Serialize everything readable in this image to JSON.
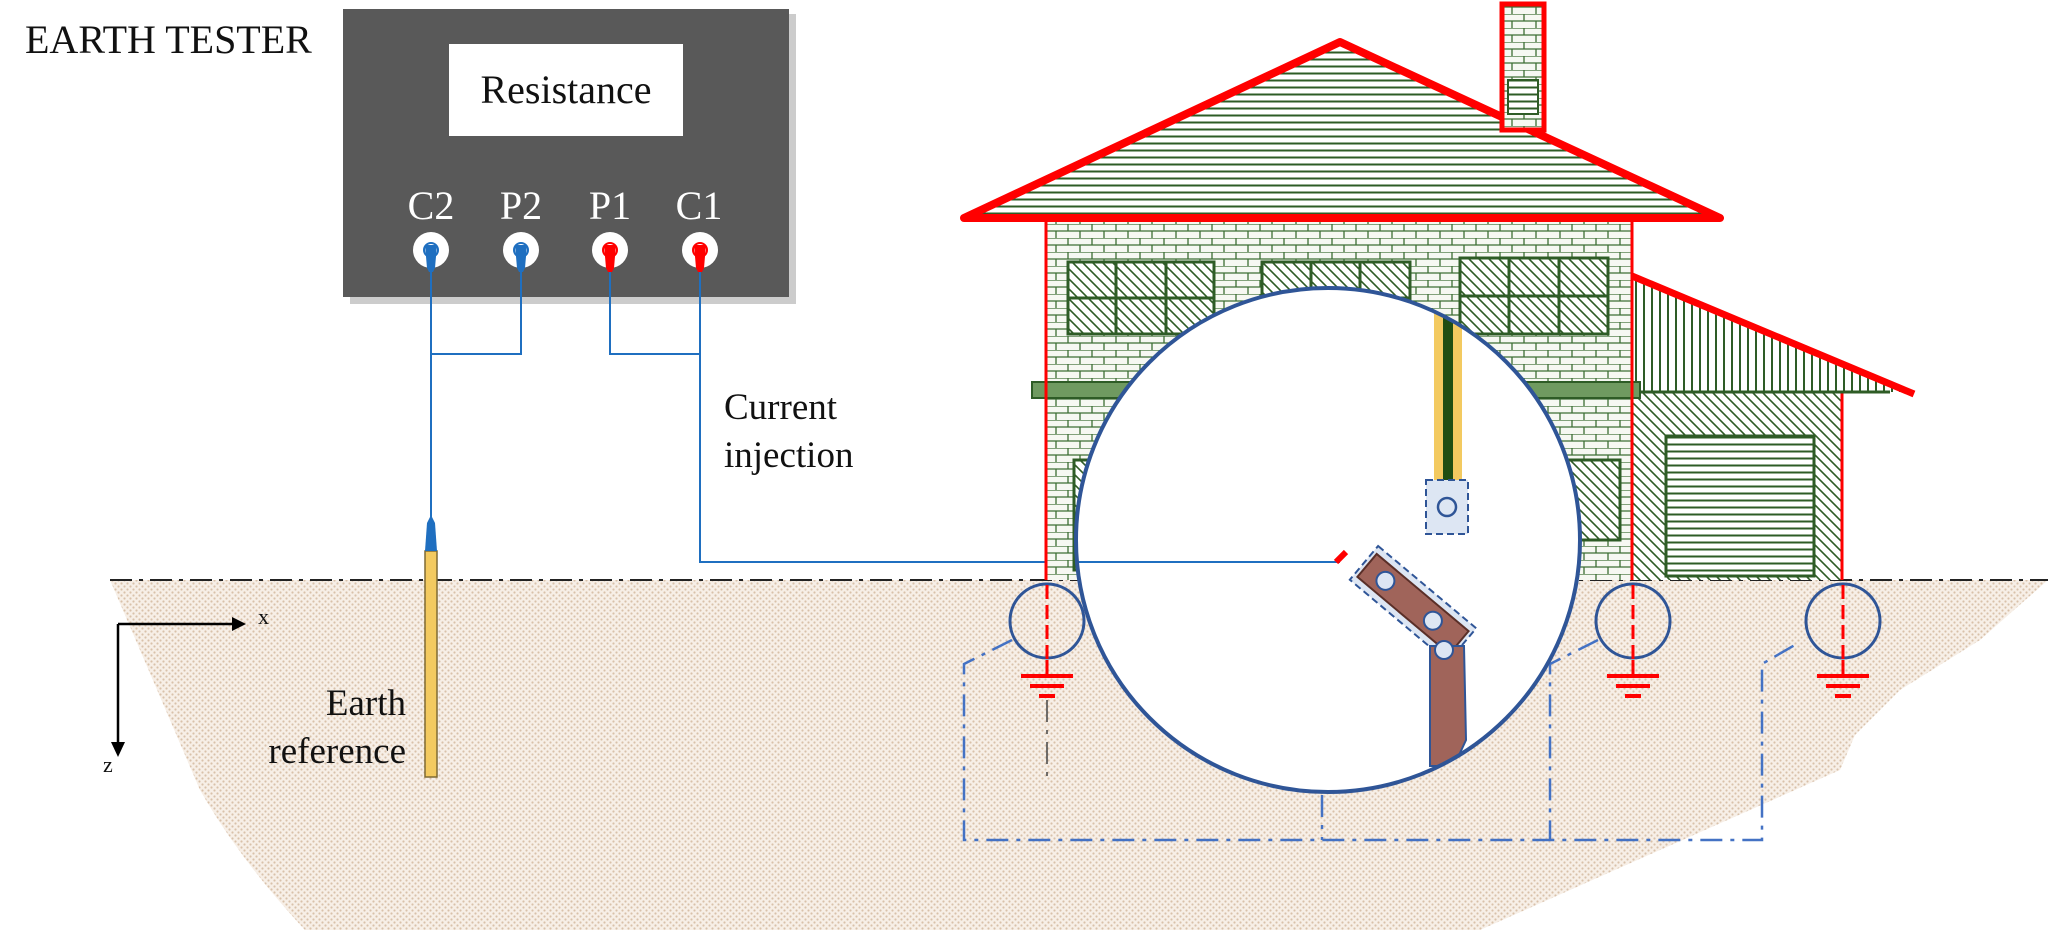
{
  "title": "EARTH TESTER",
  "display": "Resistance",
  "terminals": [
    "C2",
    "P2",
    "P1",
    "C1"
  ],
  "labels": {
    "current_injection": "Current injection",
    "earth_reference": "Earth reference"
  },
  "axes": {
    "x": "x",
    "z": "z"
  },
  "colors": {
    "tester_body": "#595959",
    "probe_blue": "#1f6fc0",
    "probe_red": "#ff0000",
    "house_outline": "#ff0000",
    "house_hatch": "#2e5c26",
    "soil": "#efe3d6",
    "magnifier_ring": "#2f5597",
    "electrode": "#a0645a",
    "rod": "#f3ca60"
  }
}
